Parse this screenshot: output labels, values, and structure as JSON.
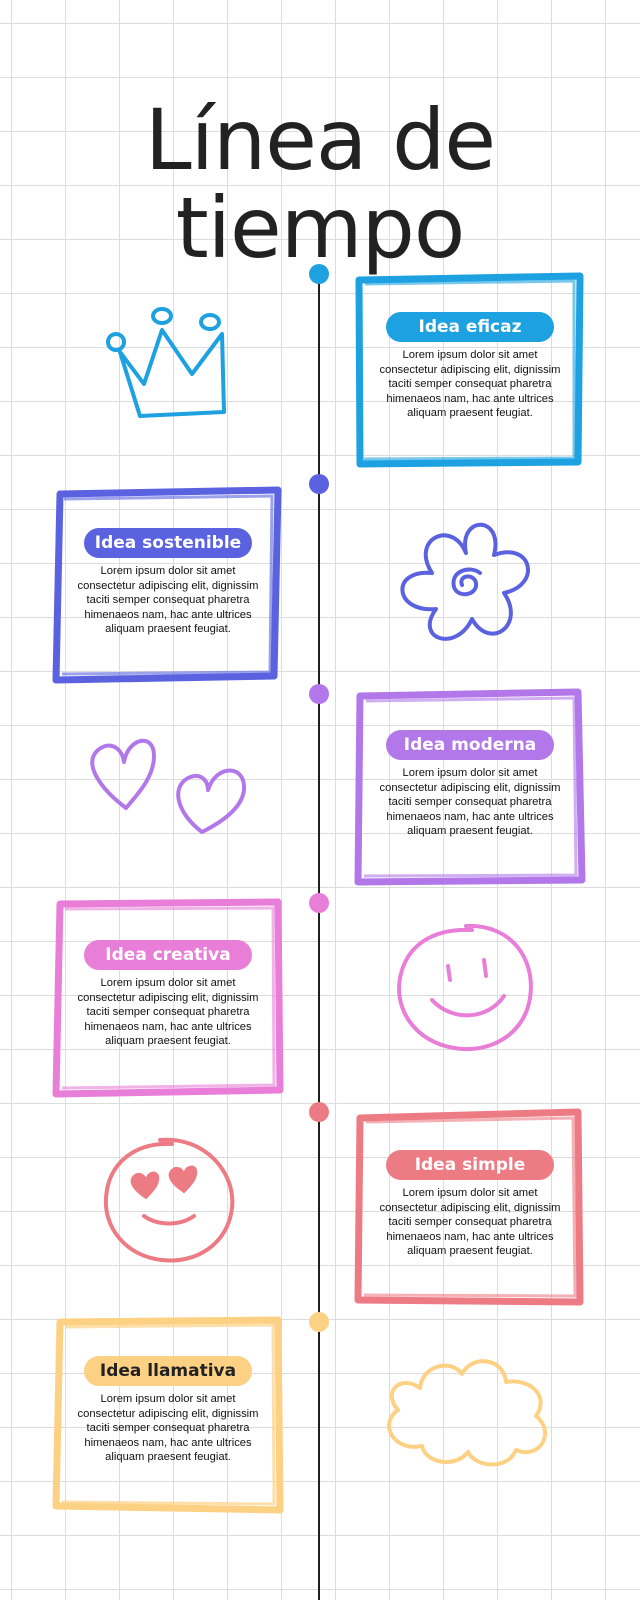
{
  "title_line1": "Línea de",
  "title_line2": "tiempo",
  "colors": {
    "blue": "#1ea1e1",
    "indigo": "#5a62e0",
    "purple": "#b278ea",
    "pink": "#e87ed8",
    "coral": "#ec7b84",
    "yellow": "#fdd184"
  },
  "items": [
    {
      "title": "Idea eficaz",
      "text": "Lorem ipsum dolor sit amet consectetur adipiscing elit, dignissim taciti semper consequat pharetra himenaeos nam, hac ante ultrices aliquam praesent feugiat.",
      "icon": "crown-icon"
    },
    {
      "title": "Idea sostenible",
      "text": "Lorem ipsum dolor sit amet consectetur adipiscing elit, dignissim taciti semper consequat pharetra himenaeos nam, hac ante ultrices aliquam praesent feugiat.",
      "icon": "flower-icon"
    },
    {
      "title": "Idea moderna",
      "text": "Lorem ipsum dolor sit amet consectetur adipiscing elit, dignissim taciti semper consequat pharetra himenaeos nam, hac ante ultrices aliquam praesent feugiat.",
      "icon": "hearts-icon"
    },
    {
      "title": "Idea creativa",
      "text": "Lorem ipsum dolor sit amet consectetur adipiscing elit, dignissim taciti semper consequat pharetra himenaeos nam, hac ante ultrices aliquam praesent feugiat.",
      "icon": "smiley-icon"
    },
    {
      "title": "Idea simple",
      "text": "Lorem ipsum dolor sit amet consectetur adipiscing elit, dignissim taciti semper consequat pharetra himenaeos nam, hac ante ultrices aliquam praesent feugiat.",
      "icon": "heart-eyes-face-icon"
    },
    {
      "title": "Idea llamativa",
      "text": "Lorem ipsum dolor sit amet consectetur adipiscing elit, dignissim taciti semper consequat pharetra himenaeos nam, hac ante ultrices aliquam praesent feugiat.",
      "icon": "cloud-icon"
    }
  ]
}
